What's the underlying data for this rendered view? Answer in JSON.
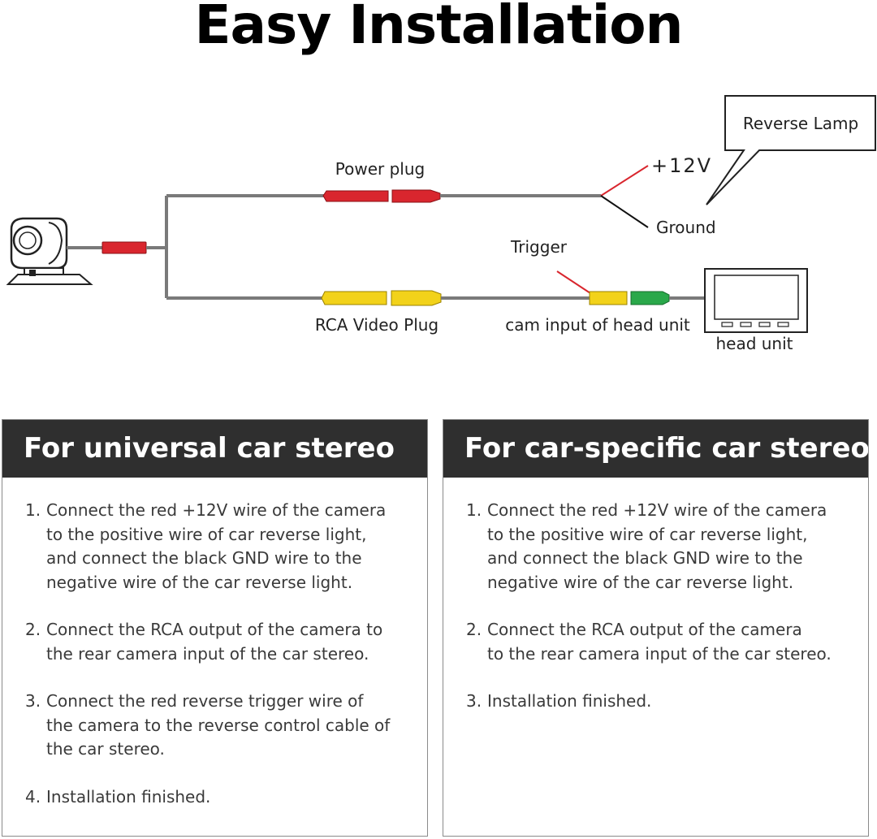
{
  "title": "Easy Installation",
  "diagram": {
    "labels": {
      "reverse_lamp": "Reverse Lamp",
      "plus_12v": "+12V",
      "power_plug": "Power plug",
      "ground": "Ground",
      "trigger": "Trigger",
      "rca_video_plug": "RCA Video Plug",
      "cam_input": "cam input of head unit",
      "head_unit": "head unit"
    },
    "colors": {
      "wire": "#7a7a7a",
      "red_plug": "#d9262e",
      "yellow_plug": "#f2d21a",
      "green_plug": "#2aa84a",
      "red_wire": "#d9262e",
      "black_wire": "#111111"
    }
  },
  "panels": [
    {
      "heading": "For universal car stereo",
      "steps": [
        {
          "num": "1.",
          "text": "Connect the red +12V wire of the camera\nto the positive wire of car reverse light,\nand connect the black GND wire to the\nnegative wire of the car reverse light."
        },
        {
          "num": "2.",
          "text": "Connect the RCA output of the camera to\nthe rear camera input of the car stereo."
        },
        {
          "num": "3.",
          "text": "Connect the red reverse trigger wire of\nthe camera to the reverse control cable of\nthe car stereo."
        },
        {
          "num": "4.",
          "text": "Installation finished."
        }
      ]
    },
    {
      "heading": "For car-specific car stereo",
      "steps": [
        {
          "num": "1.",
          "text": "Connect the red +12V wire of the camera\nto the positive wire of car reverse light,\nand connect the black GND wire to the\nnegative wire of the car reverse light."
        },
        {
          "num": "2.",
          "text": "Connect the RCA output of the camera\nto the rear camera input of the car stereo."
        },
        {
          "num": "3.",
          "text": "Installation finished."
        }
      ]
    }
  ]
}
